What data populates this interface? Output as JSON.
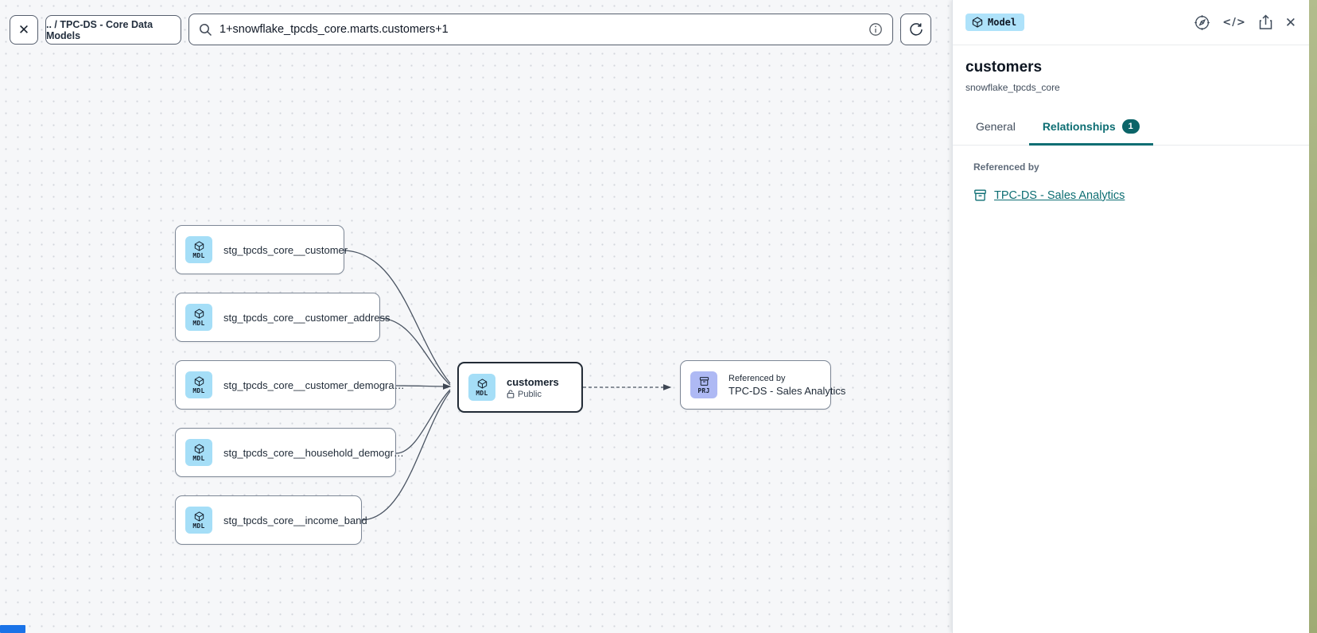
{
  "icons": {
    "close": "✕",
    "code": "</>"
  },
  "toolbar": {
    "breadcrumb": ".. / TPC-DS - Core Data Models",
    "search": {
      "value": "1+snowflake_tpcds_core.marts.customers+1"
    }
  },
  "canvas": {
    "nodes": [
      {
        "badge": "MDL",
        "label": "stg_tpcds_core__customer"
      },
      {
        "badge": "MDL",
        "label": "stg_tpcds_core__customer_address"
      },
      {
        "badge": "MDL",
        "label": "stg_tpcds_core__customer_demogra…"
      },
      {
        "badge": "MDL",
        "label": "stg_tpcds_core__household_demogr…"
      },
      {
        "badge": "MDL",
        "label": "stg_tpcds_core__income_band"
      },
      {
        "badge": "MDL",
        "label": "customers",
        "sublabel": "Public",
        "selected": true
      },
      {
        "badge": "PRJ",
        "overline": "Referenced by",
        "label": "TPC-DS - Sales Analytics"
      }
    ]
  },
  "panel": {
    "type_badge": "Model",
    "title": "customers",
    "subtitle": "snowflake_tpcds_core",
    "tabs": [
      {
        "label": "General"
      },
      {
        "label": "Relationships",
        "badge": "1"
      }
    ],
    "section": {
      "heading": "Referenced by",
      "link": "TPC-DS - Sales Analytics"
    }
  },
  "colors": {
    "accent_teal": "#0d6e73",
    "badge_model_bg": "#aee2fa",
    "badge_mdl_bg": "#a5def7",
    "badge_prj_bg": "#aeb9f4",
    "canvas_bg": "#f6f7f9",
    "loading_blue": "#1a73e8"
  }
}
